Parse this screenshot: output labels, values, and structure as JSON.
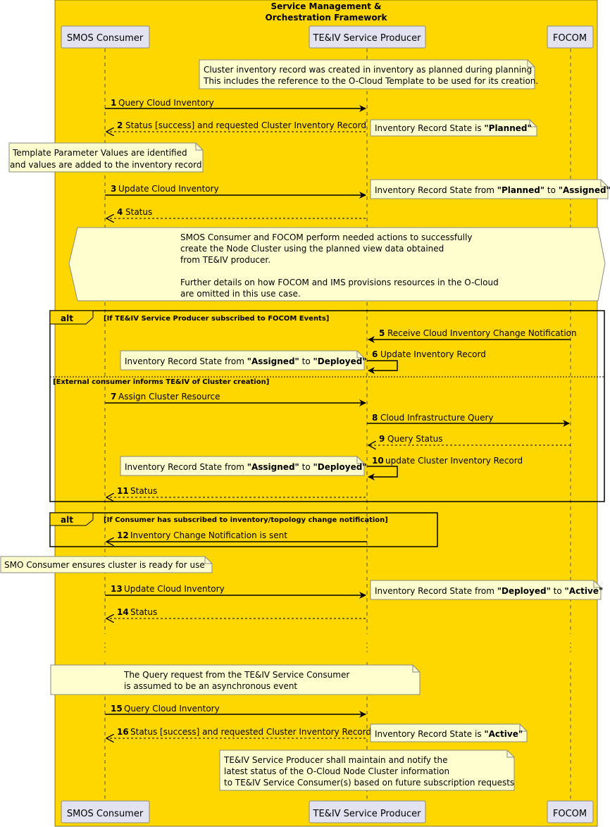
{
  "box_title": [
    "Service Management &",
    "Orchestration Framework"
  ],
  "participants": {
    "smos": "SMOS Consumer",
    "teiv": "TE&IV Service Producer",
    "focom": "FOCOM"
  },
  "notes": {
    "n1": [
      "Cluster inventory record was created in inventory as planned during planning",
      "This includes the reference to the O-Cloud Template to be used for its creation."
    ],
    "n2": {
      "prefix": "Inventory Record State is ",
      "b1": "\"Planned\""
    },
    "n3": [
      "Template Parameter Values are identified",
      "and values are added to the inventory record"
    ],
    "n4": {
      "prefix": "Inventory Record State from ",
      "b1": "\"Planned\"",
      "mid": " to ",
      "b2": "\"Assigned\""
    },
    "hex": [
      "SMOS Consumer and FOCOM perform needed actions to successfully",
      "create the Node Cluster using the planned view data obtained",
      "from TE&IV producer.",
      "",
      "Further details on how FOCOM and IMS provisions resources in the O-Cloud",
      "are omitted in this use case."
    ],
    "n6": {
      "prefix": "Inventory Record State from ",
      "b1": "\"Assigned\"",
      "mid": " to ",
      "b2": "\"Deployed\""
    },
    "n10": {
      "prefix": "Inventory Record State from ",
      "b1": "\"Assigned\"",
      "mid": " to ",
      "b2": "\"Deployed\""
    },
    "n_ready": [
      "SMO Consumer ensures cluster is ready for use"
    ],
    "n13": {
      "prefix": "Inventory Record State from ",
      "b1": "\"Deployed\"",
      "mid": " to ",
      "b2": "\"Active\""
    },
    "n_async": [
      "The Query request from the TE&IV Service Consumer",
      " is assumed to be an asynchronous event"
    ],
    "n16": {
      "prefix": "Inventory Record State is ",
      "b1": "\"Active\""
    },
    "n_final": [
      "TE&IV Service Producer shall maintain and notify the",
      "latest status of the O-Cloud Node Cluster information",
      "to TE&IV Service Consumer(s) based on future subscription requests"
    ]
  },
  "fragments": {
    "alt1": {
      "keyword": "alt",
      "guard": "[If TE&IV Service Producer subscribed to FOCOM Events]",
      "else_guard": "[External consumer informs TE&IV of Cluster creation]"
    },
    "alt2": {
      "keyword": "alt",
      "guard": "[If Consumer has subscribed to inventory/topology change notification]"
    }
  },
  "messages": [
    {
      "num": "1",
      "text": "Query Cloud Inventory"
    },
    {
      "num": "2",
      "text": "Status [success] and requested Cluster Inventory Record"
    },
    {
      "num": "3",
      "text": "Update Cloud Inventory"
    },
    {
      "num": "4",
      "text": "Status"
    },
    {
      "num": "5",
      "text": "Receive Cloud Inventory Change Notification"
    },
    {
      "num": "6",
      "text": "Update Inventory Record"
    },
    {
      "num": "7",
      "text": "Assign Cluster Resource"
    },
    {
      "num": "8",
      "text": "Cloud Infrastructure Query"
    },
    {
      "num": "9",
      "text": "Query Status"
    },
    {
      "num": "10",
      "text": "update Cluster Inventory Record"
    },
    {
      "num": "11",
      "text": "Status"
    },
    {
      "num": "12",
      "text": "Inventory Change Notification is sent"
    },
    {
      "num": "13",
      "text": "Update Cloud Inventory"
    },
    {
      "num": "14",
      "text": "Status"
    },
    {
      "num": "15",
      "text": "Query Cloud Inventory"
    },
    {
      "num": "16",
      "text": "Status [success] and requested Cluster Inventory Record"
    }
  ],
  "colors": {
    "box_fill": "#FFD700",
    "note_fill": "#FEFECE",
    "participant_fill": "#E2E2F0",
    "line": "#000000"
  }
}
